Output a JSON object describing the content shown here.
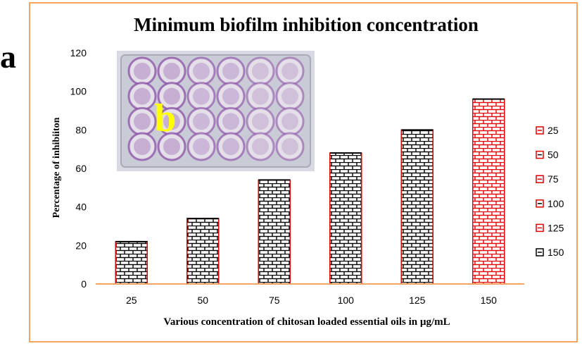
{
  "panel_labels": {
    "a": "a",
    "b": "b"
  },
  "colors": {
    "frame": "#f4a460",
    "axis": "#f4a460",
    "bar_edge": "#e00000",
    "brick_black": "#000000",
    "brick_red": "#e00000",
    "inset_label": "#ffff00",
    "well_purple": "#8a4fa6"
  },
  "chart_data": {
    "type": "bar",
    "title": "Minimum biofilm inhibition concentration",
    "xlabel": "Various concentration of chitosan loaded essential oils in µg/mL",
    "ylabel": "Percentage of inhibiiton",
    "categories": [
      "25",
      "50",
      "75",
      "100",
      "125",
      "150"
    ],
    "values": [
      22,
      34,
      54,
      68,
      80,
      96
    ],
    "ylim": [
      0,
      120
    ],
    "yticks": [
      0,
      20,
      40,
      60,
      80,
      100,
      120
    ],
    "grid": false,
    "legend_position": "right",
    "legend": [
      "25",
      "50",
      "75",
      "100",
      "125",
      "150"
    ],
    "bar_pattern": [
      "brick-black",
      "brick-black",
      "brick-black",
      "brick-black",
      "brick-black",
      "brick-red"
    ]
  }
}
